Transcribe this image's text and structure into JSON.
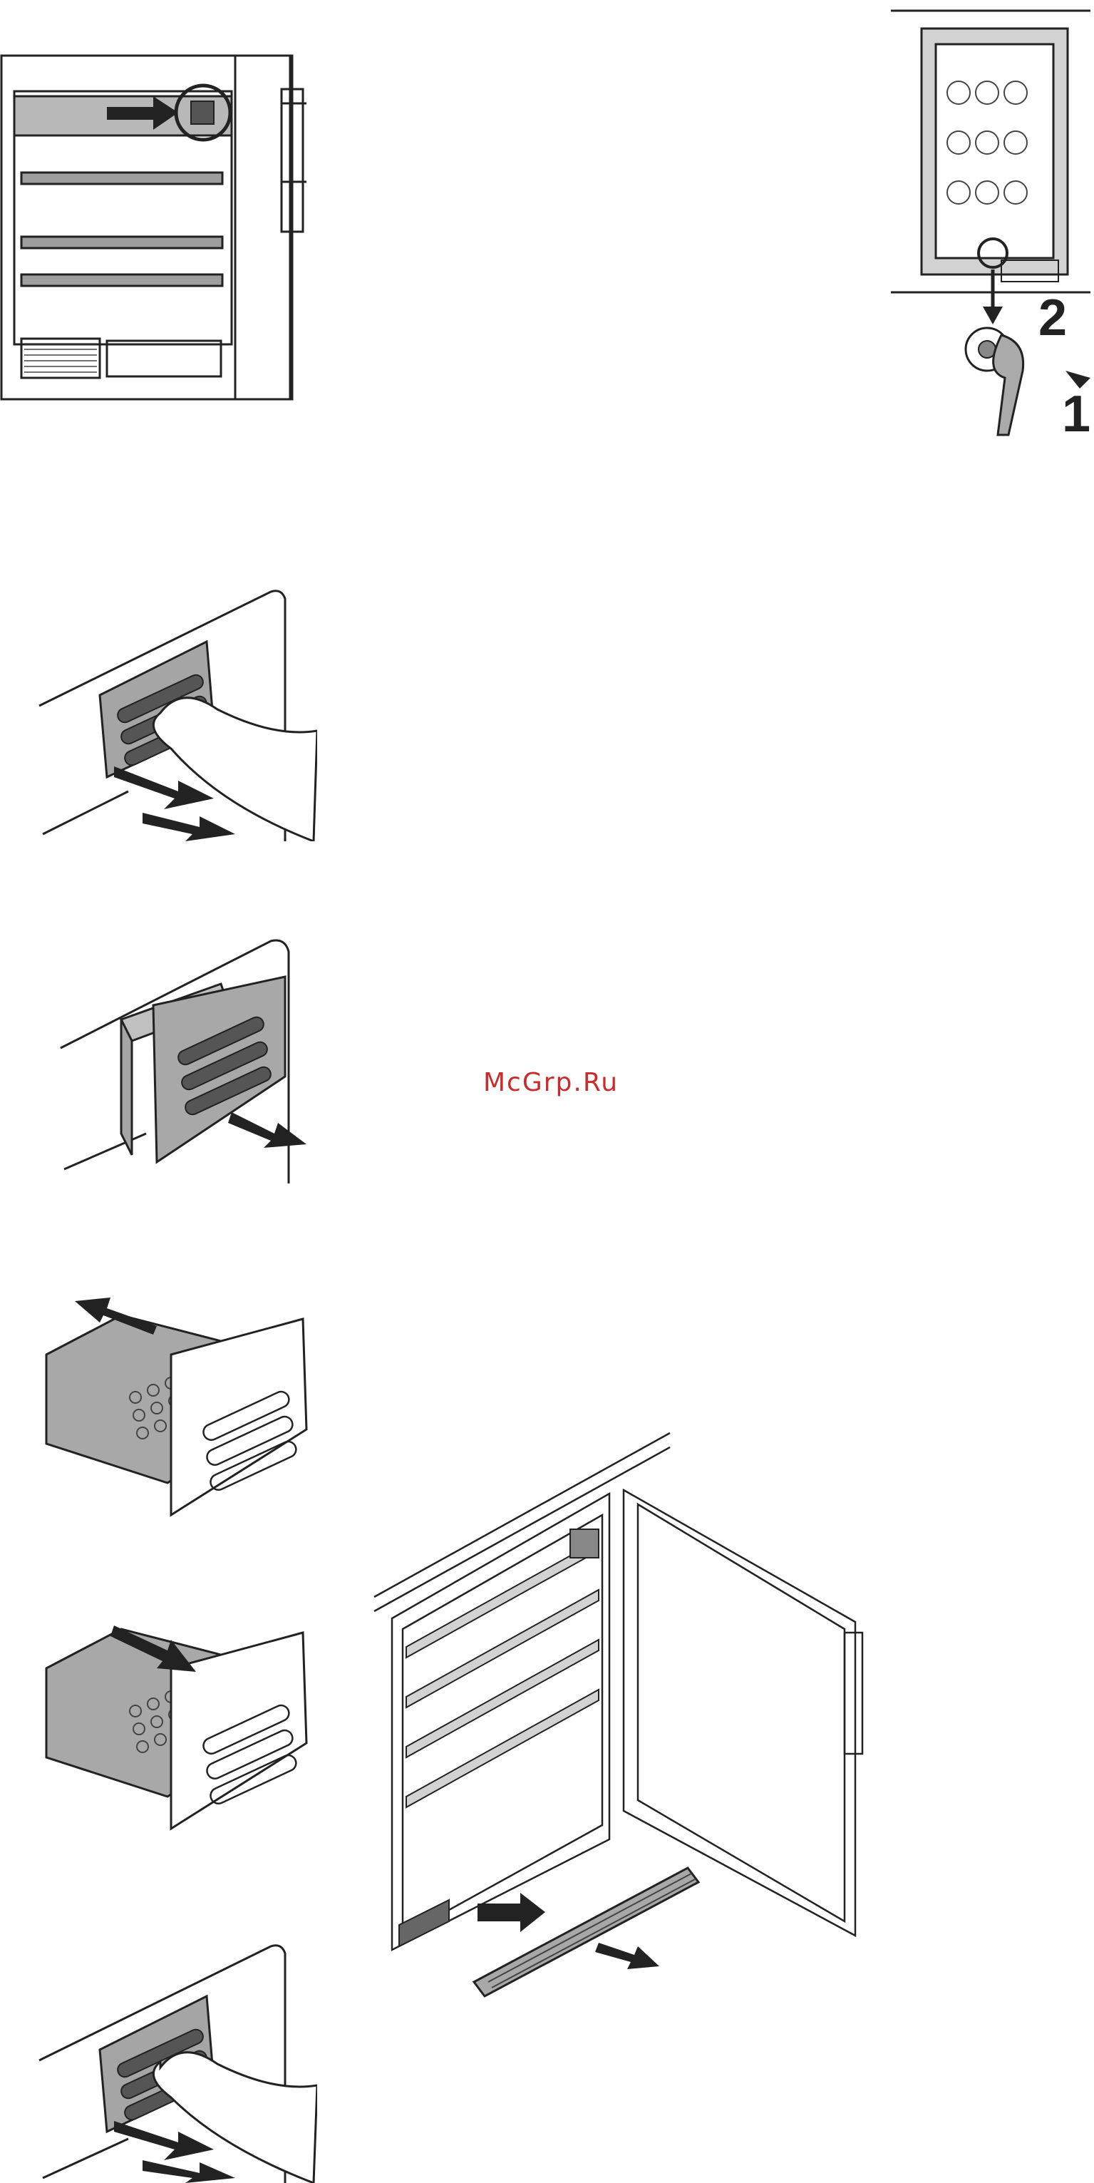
{
  "watermark": {
    "text": "McGrp.Ru",
    "color": "#cc2b2b"
  },
  "lock_figure": {
    "step_1": "1",
    "step_2": "2"
  },
  "figures": [
    {
      "id": "fridge-open-front",
      "icon": "appliance-open-door"
    },
    {
      "id": "built-in-lock",
      "icon": "key-lock"
    },
    {
      "id": "vent-press-1",
      "icon": "finger-press-grille"
    },
    {
      "id": "vent-pull-out",
      "icon": "grille-removal"
    },
    {
      "id": "filter-out",
      "icon": "filter-cartridge-out"
    },
    {
      "id": "filter-in",
      "icon": "filter-cartridge-in"
    },
    {
      "id": "cabinet-open-plinth",
      "icon": "cabinet-plinth"
    },
    {
      "id": "vent-press-2",
      "icon": "finger-press-grille"
    }
  ],
  "colors": {
    "line": "#222222",
    "fill_gray": "#a8a8a8",
    "dark_gray": "#5a5a5a",
    "light_gray": "#d2d2d2"
  }
}
